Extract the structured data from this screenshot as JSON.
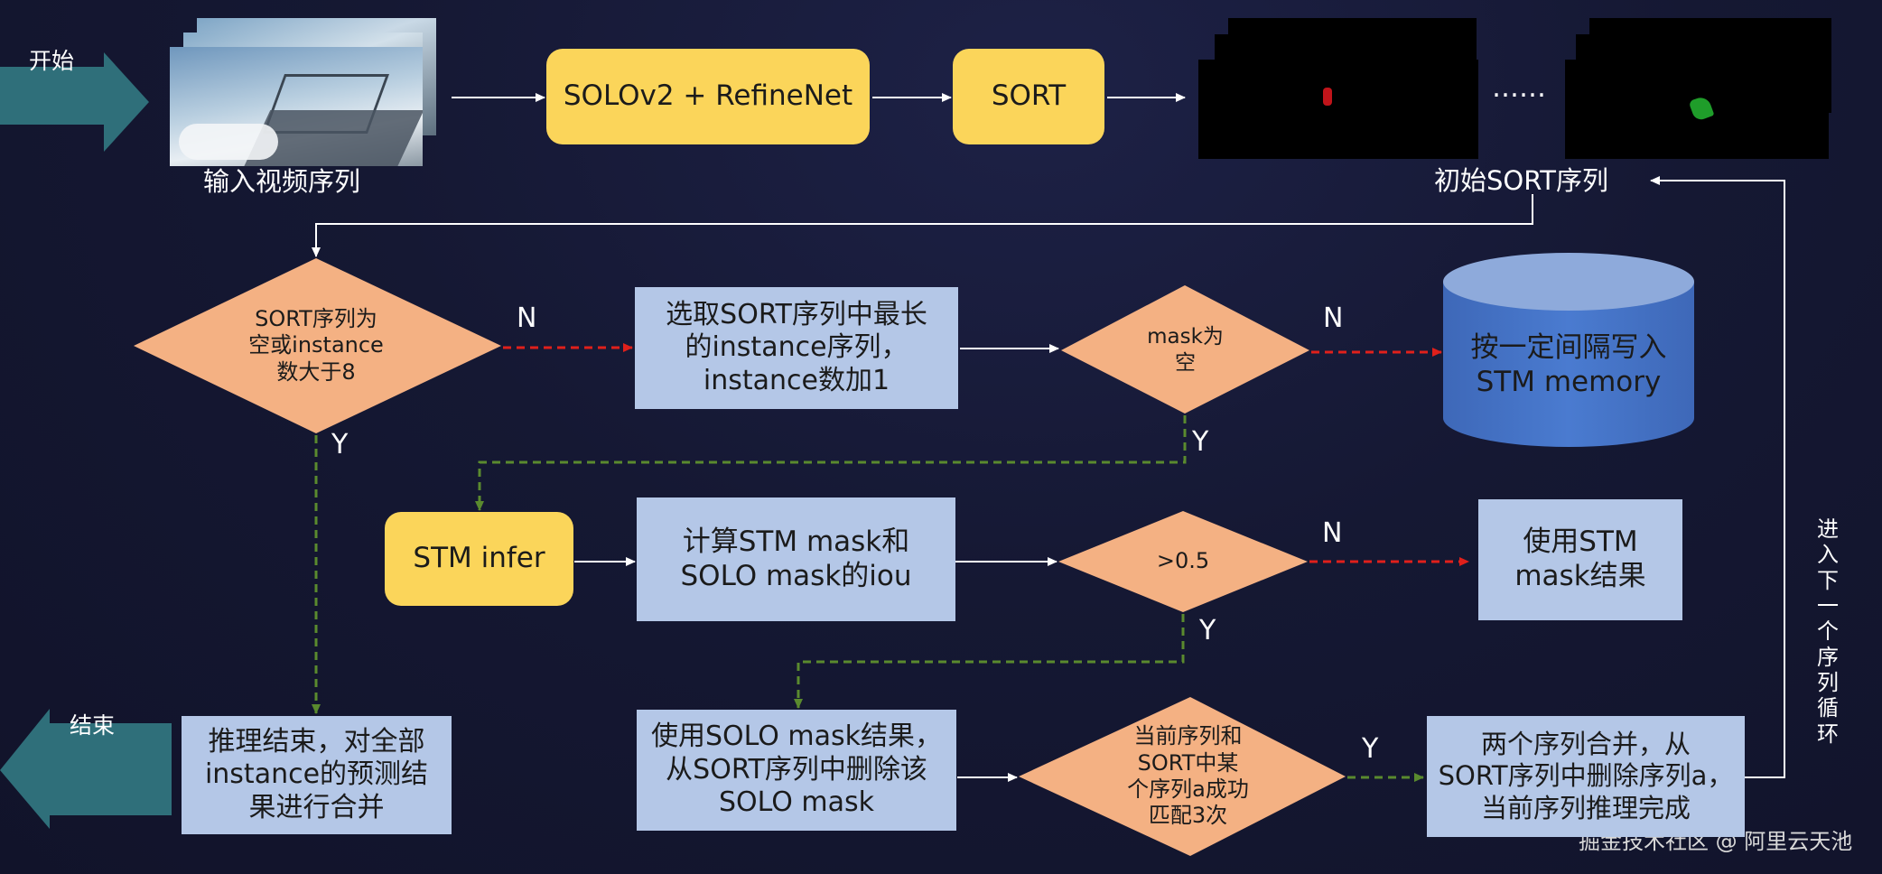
{
  "labels": {
    "start": "开始",
    "end": "结束",
    "input_video": "输入视频序列",
    "initial_sort": "初始SORT序列",
    "dots": "……",
    "next_loop": "进\n入\n下\n一\n个\n序\n列\n循\n环",
    "watermark": "掘金技术社区 @ 阿里云天池"
  },
  "nodes": {
    "solo_refine": "SOLOv2 + RefineNet",
    "sort": "SORT",
    "cond_sort_empty": "SORT序列为\n空或instance\n数大于8",
    "select_longest": "选取SORT序列中最长\n的instance序列，\ninstance数加1",
    "mask_empty": "mask为\n空",
    "write_memory": "按一定间隔写入\nSTM memory",
    "stm_infer": "STM infer",
    "calc_iou": "计算STM mask和\nSOLO mask的iou",
    "iou_gt": ">0.5",
    "use_stm": "使用STM\nmask结果",
    "use_solo": "使用SOLO mask结果，\n从SORT序列中删除该\nSOLO mask",
    "match3": "当前序列和\nSORT中某\n个序列a成功\n匹配3次",
    "merge": "两个序列合并，从\nSORT序列中删除序列a，\n当前序列推理完成",
    "finish": "推理结束，对全部\ninstance的预测结\n果进行合并"
  },
  "edges": {
    "n1": "N",
    "y1": "Y",
    "n2": "N",
    "y2": "Y",
    "n3": "N",
    "y3": "Y",
    "y4": "Y"
  },
  "colors": {
    "yellow": "#fbd55a",
    "blue_box": "#b4c7e7",
    "diamond": "#f4b183",
    "cylinder": "#4472c4",
    "teal_arrow": "#2f6f7a",
    "red_dash": "#e0201b",
    "green_dash": "#5a8a2e"
  }
}
